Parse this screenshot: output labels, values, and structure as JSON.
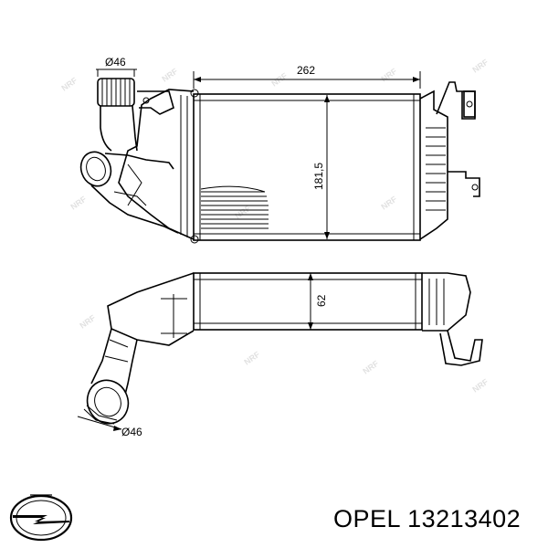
{
  "dimensions": {
    "inlet_diameter_top": "Ø46",
    "width": "262",
    "height": "181,5",
    "depth": "62",
    "inlet_diameter_bottom": "Ø46"
  },
  "caption": {
    "brand": "OPEL",
    "part_number": "13213402"
  },
  "logo": {
    "icon": "opel-logo-icon"
  }
}
